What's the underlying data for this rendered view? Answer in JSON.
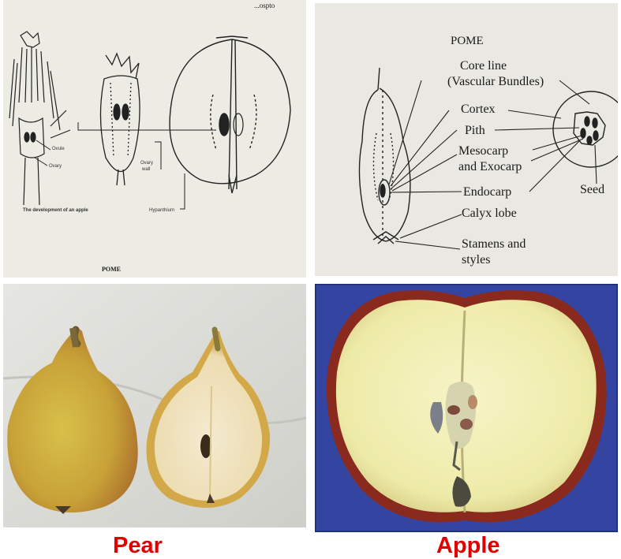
{
  "top_left_diagram": {
    "labels": {
      "ovule": "Ovule",
      "ovary": "Ovary",
      "ovary_wall_1": "Ovary",
      "ovary_wall_2": "wall",
      "hypanthium": "Hypanthium",
      "development": "The development of an apple",
      "pome": "POME",
      "cropped_text": "...ospto"
    }
  },
  "top_right_diagram": {
    "title": "POME",
    "labels": {
      "core_line_1": "Core line",
      "core_line_2": "(Vascular Bundles)",
      "cortex": "Cortex",
      "pith": "Pith",
      "mesocarp_1": "Mesocarp",
      "mesocarp_2": "and Exocarp",
      "endocarp": "Endocarp",
      "calyx": "Calyx lobe",
      "seed": "Seed",
      "stamens_1": "Stamens and",
      "stamens_2": "styles"
    }
  },
  "captions": {
    "pear": "Pear",
    "apple": "Apple"
  },
  "colors": {
    "caption": "#e00000",
    "apple_background": "#3345a0"
  }
}
